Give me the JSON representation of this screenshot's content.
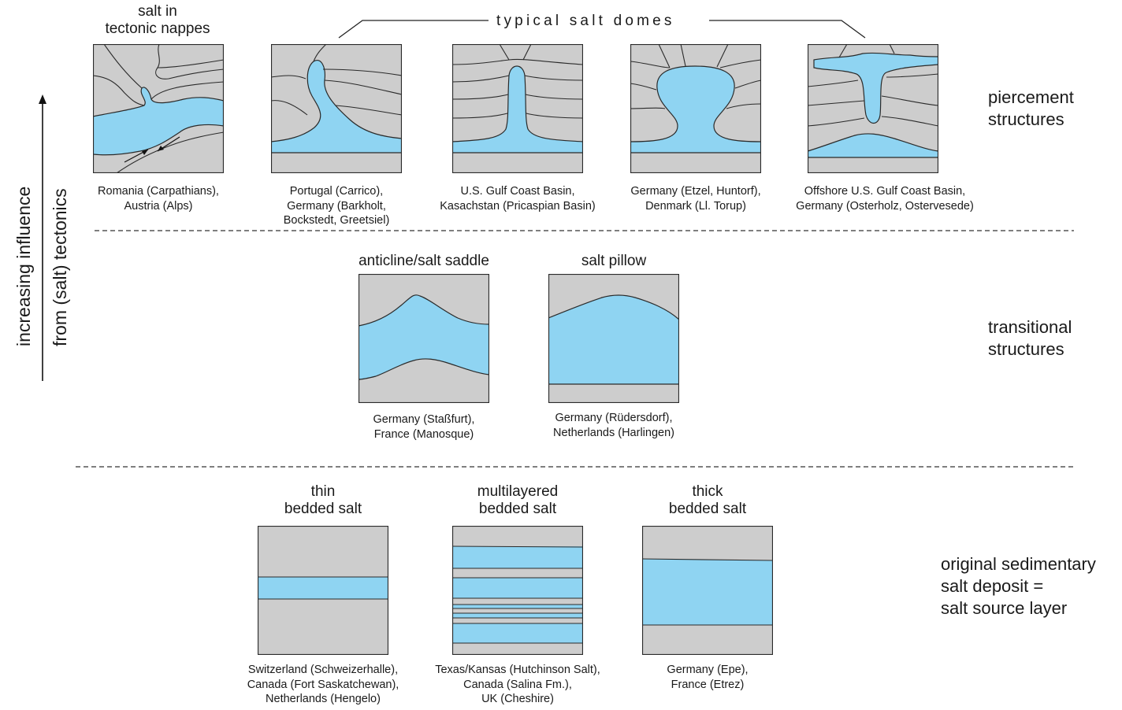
{
  "axis": {
    "line1": "increasing influence",
    "line2": "from (salt) tectonics"
  },
  "group_labels": {
    "typical_salt_domes": "typical salt domes"
  },
  "categories": {
    "piercement": [
      "piercement",
      "structures"
    ],
    "transitional": [
      "transitional",
      "structures"
    ],
    "original": [
      "original sedimentary",
      "salt deposit =",
      "salt source layer"
    ]
  },
  "panels": {
    "nappes": {
      "title": [
        "salt in",
        "tectonic nappes"
      ],
      "caption": [
        "Romania (Carpathians),",
        "Austria (Alps)"
      ]
    },
    "portugal": {
      "caption": [
        "Portugal (Carrico),",
        "Germany (Barkholt,",
        "Bockstedt, Greetsiel)"
      ]
    },
    "gulf": {
      "caption": [
        "U.S. Gulf Coast Basin,",
        "Kasachstan (Pricaspian Basin)"
      ]
    },
    "etzel": {
      "caption": [
        "Germany (Etzel, Huntorf),",
        "Denmark (Ll. Torup)"
      ]
    },
    "offshore": {
      "caption": [
        "Offshore U.S. Gulf Coast Basin,",
        "Germany (Osterholz, Ostervesede)"
      ]
    },
    "anticline": {
      "title": [
        "anticline/salt saddle"
      ],
      "caption": [
        "Germany (Staßfurt),",
        "France (Manosque)"
      ]
    },
    "pillow": {
      "title": [
        "salt pillow"
      ],
      "caption": [
        "Germany (Rüdersdorf),",
        "Netherlands (Harlingen)"
      ]
    },
    "thin": {
      "title": [
        "thin",
        "bedded salt"
      ],
      "caption": [
        "Switzerland (Schweizerhalle),",
        "Canada (Fort Saskatchewan),",
        "Netherlands (Hengelo)"
      ]
    },
    "multi": {
      "title": [
        "multilayered",
        "bedded salt"
      ],
      "caption": [
        "Texas/Kansas (Hutchinson Salt),",
        "Canada (Salina Fm.),",
        "UK (Cheshire)"
      ]
    },
    "thick": {
      "title": [
        "thick",
        "bedded salt"
      ],
      "caption": [
        "Germany (Epe),",
        "France (Etrez)"
      ]
    }
  },
  "colors": {
    "salt": "#8fd4f2",
    "rock": "#cdcdcd",
    "line": "#2a2a2a"
  }
}
